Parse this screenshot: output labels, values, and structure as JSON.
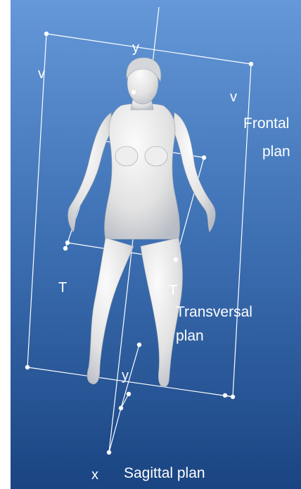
{
  "labels": {
    "y_top": "y",
    "v_left": "v",
    "v_right": "v",
    "frontal_line1": "Frontal",
    "frontal_line2": "plan",
    "t_left": "T",
    "t_right": "T",
    "transversal_line1": "Transversal",
    "transversal_line2": "plan",
    "y_bottom": "y",
    "x_bottom": "x",
    "sagittal": "Sagittal plan"
  },
  "colors": {
    "background_top": "#5a8fd0",
    "background_bottom": "#1c4785",
    "frame_left": "#ffffff",
    "plane_lines": "#ffffff",
    "body": "#e8e8e8",
    "text": "#ffffff"
  }
}
